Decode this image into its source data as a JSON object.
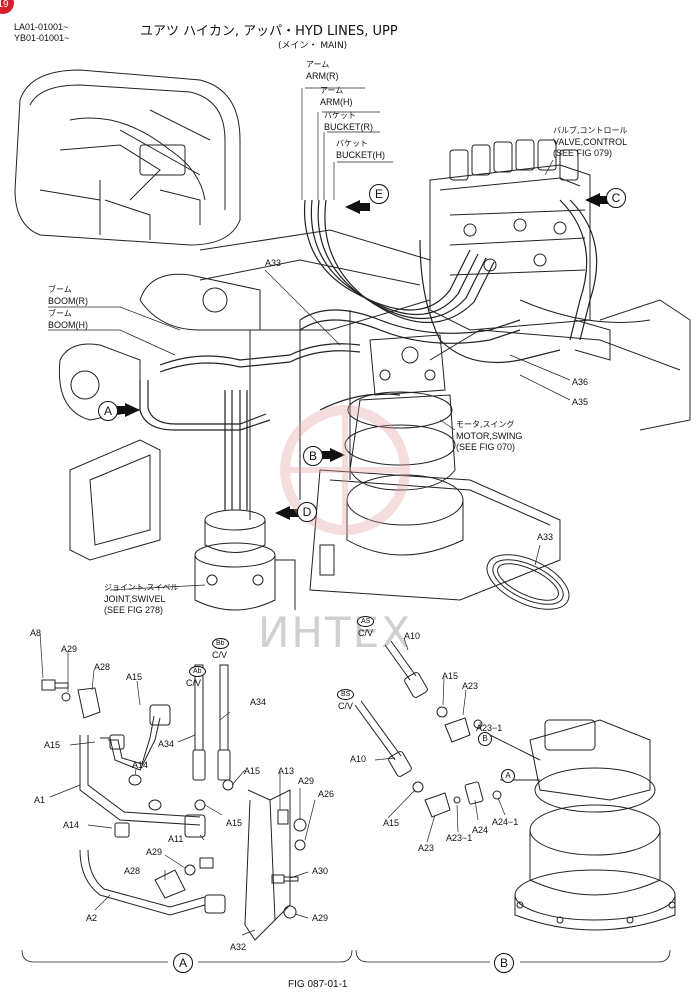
{
  "header": {
    "serial_lines": [
      "LA01-01001~",
      "YB01-01001~"
    ],
    "title": "ユアツ ハイカン, アッパ・HYD LINES, UPP",
    "subtitle": "(メイン・ MAIN)",
    "badge": "19"
  },
  "watermark": {
    "text": "ИНТЕХ",
    "color": "#e8a0a0"
  },
  "callouts_upper": [
    {
      "jp": "アーム",
      "en": "ARM(R)"
    },
    {
      "jp": "アーム",
      "en": "ARM(H)"
    },
    {
      "jp": "バケット",
      "en": "BUCKET(R)"
    },
    {
      "jp": "バケット",
      "en": "BUCKET(H)"
    },
    {
      "jp": "バルブ,コントロール",
      "en": "VALVE,CONTROL",
      "ref": "(SEE FIG 079)"
    },
    {
      "jp": "ブーム",
      "en": "BOOM(R)"
    },
    {
      "jp": "ブーム",
      "en": "BOOM(H)"
    },
    {
      "jp": "モータ,スイング",
      "en": "MOTOR,SWING",
      "ref": "(SEE FIG 070)"
    },
    {
      "jp": "ジョイント,スイベル",
      "en": "JOINT,SWIVEL",
      "ref": "(SEE FIG 278)"
    }
  ],
  "view_markers": [
    "A",
    "B",
    "C",
    "D",
    "E"
  ],
  "part_refs": {
    "a33_top": "A33",
    "a33_ring": "A33",
    "a36": "A36",
    "a35": "A35"
  },
  "detail_a_labels": {
    "a8": "A8",
    "a29_1": "A29",
    "a28_1": "A28",
    "a15_1": "A15",
    "a15_2": "A15",
    "a1": "A1",
    "a14_1": "A14",
    "a14_2": "A14",
    "a34_1": "A34",
    "a34_2": "A34",
    "a11": "A11",
    "a29_2": "A29",
    "a28_2": "A28",
    "a2": "A2",
    "a15_3": "A15",
    "a15_4": "A15",
    "a13": "A13",
    "a29_3": "A29",
    "a26": "A26",
    "a30": "A30",
    "a29_4": "A29",
    "a32": "A32",
    "cv_ab": "C/V",
    "cv_bb": "C/V",
    "tag_ab": "Ab",
    "tag_bb": "Bb"
  },
  "detail_b_labels": {
    "tag_as": "AS",
    "cv_as": "C/V",
    "a10_1": "A10",
    "a15_1": "A15",
    "a23_1": "A23",
    "a23_1b": "A23−1",
    "tag_bs": "BS",
    "cv_bs": "C/V",
    "a10_2": "A10",
    "a15_2": "A15",
    "a23_2": "A23",
    "a23_1c": "A23−1",
    "a24": "A24",
    "a24_1": "A24−1",
    "port_b": "B",
    "port_a": "A"
  },
  "footer": {
    "section_a": "A",
    "section_b": "B",
    "fig": "FIG 087-01-1"
  }
}
